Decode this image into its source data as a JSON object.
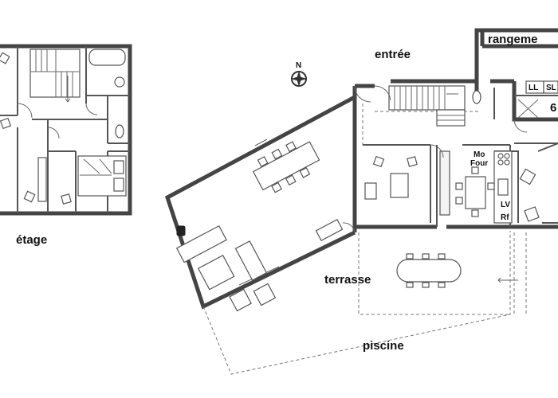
{
  "labels": {
    "etage": "étage",
    "entree": "entrée",
    "rangement": "rangeme",
    "terrasse": "terrasse",
    "piscine": "piscine",
    "north": "N",
    "ll": "LL",
    "sl": "SL",
    "six": "6",
    "mo": "Mo",
    "four": "Four",
    "lv": "LV",
    "rf": "Rf"
  }
}
